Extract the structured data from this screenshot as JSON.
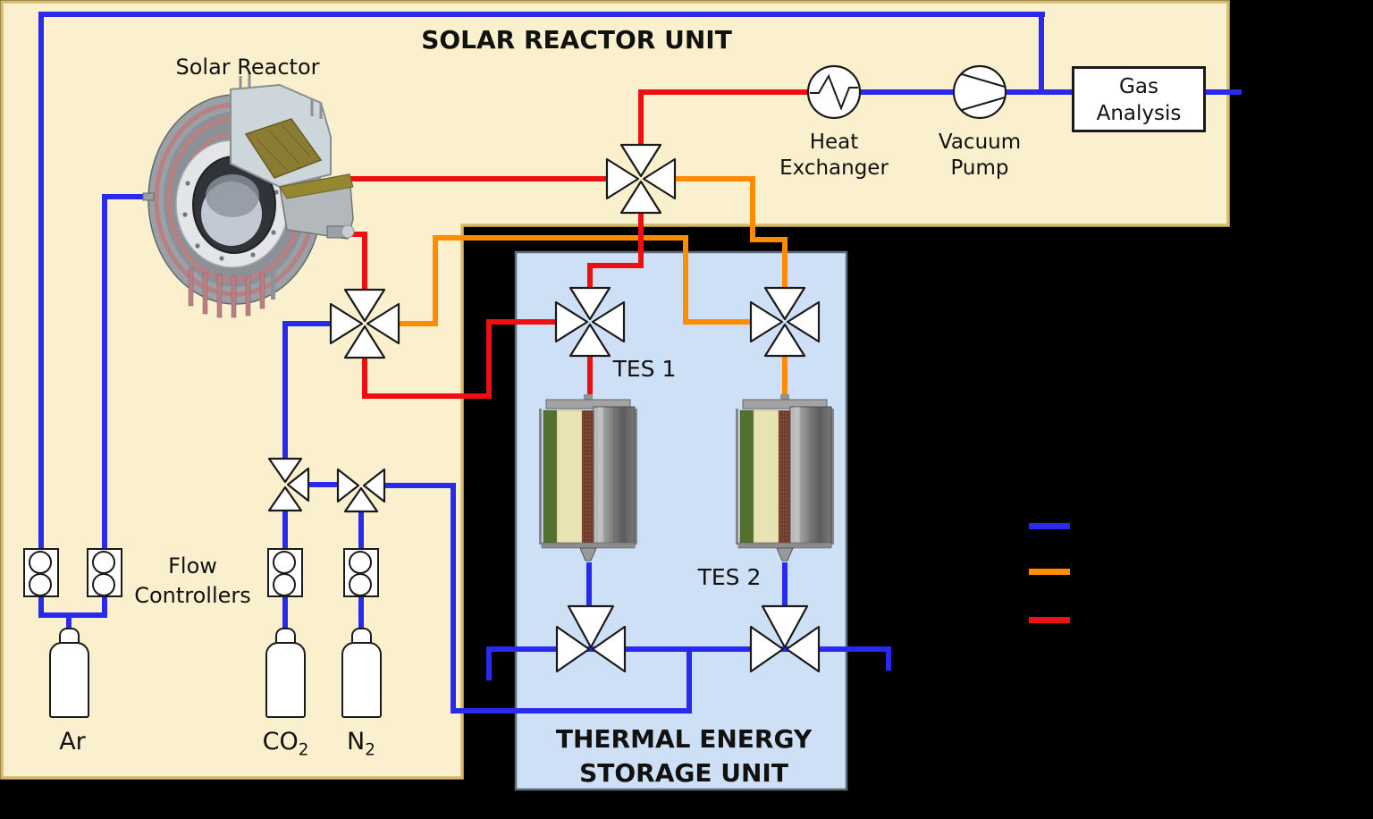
{
  "colors": {
    "background": "#000000",
    "pipe_blue": "#2A2AEE",
    "pipe_orange": "#FF8C00",
    "pipe_red": "#EE1010",
    "panel_cream": "#FBF0CD",
    "panel_cream_border": "#D6B96A",
    "panel_blue": "#CEE0F5",
    "panel_blue_border": "#5E6C7A"
  },
  "solar_unit": {
    "title": "SOLAR REACTOR UNIT",
    "reactor_label": "Solar Reactor",
    "heat_exchanger_line1": "Heat",
    "heat_exchanger_line2": "Exchanger",
    "vacuum_pump_line1": "Vacuum",
    "vacuum_pump_line2": "Pump",
    "gas_analysis_line1": "Gas",
    "gas_analysis_line2": "Analysis",
    "flow_controllers_line1": "Flow",
    "flow_controllers_line2": "Controllers",
    "cylinder_ar": {
      "base": "Ar",
      "sub": ""
    },
    "cylinder_co2": {
      "base": "CO",
      "sub": "2"
    },
    "cylinder_n2": {
      "base": "N",
      "sub": "2"
    }
  },
  "tes_unit": {
    "title_line1": "THERMAL ENERGY",
    "title_line2": "STORAGE UNIT",
    "tes1_label": "TES 1",
    "tes2_label": "TES 2"
  },
  "legend": {
    "items": [
      {
        "name": "blue-line",
        "color": "#2A2AEE",
        "label": ""
      },
      {
        "name": "orange-line",
        "color": "#FF8C00",
        "label": ""
      },
      {
        "name": "red-line",
        "color": "#EE1010",
        "label": ""
      }
    ]
  }
}
